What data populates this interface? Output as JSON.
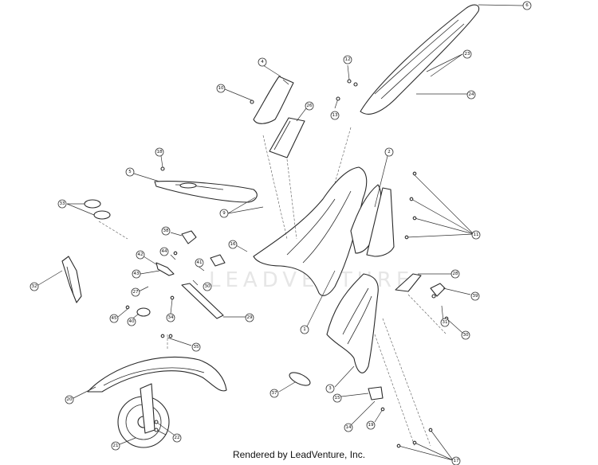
{
  "footer": {
    "text": "Rendered by LeadVenture, Inc."
  },
  "watermark": {
    "text": "LEADVENTURE"
  },
  "callouts": [
    "6",
    "12",
    "23",
    "24",
    "4",
    "10",
    "26",
    "13",
    "2",
    "18",
    "5",
    "33",
    "9",
    "11",
    "38",
    "16",
    "44",
    "42",
    "41",
    "32",
    "43",
    "27",
    "45",
    "40",
    "30",
    "28",
    "39",
    "34",
    "29",
    "31",
    "35",
    "1",
    "37",
    "3",
    "15",
    "20",
    "22",
    "21",
    "17",
    "19",
    "14"
  ]
}
